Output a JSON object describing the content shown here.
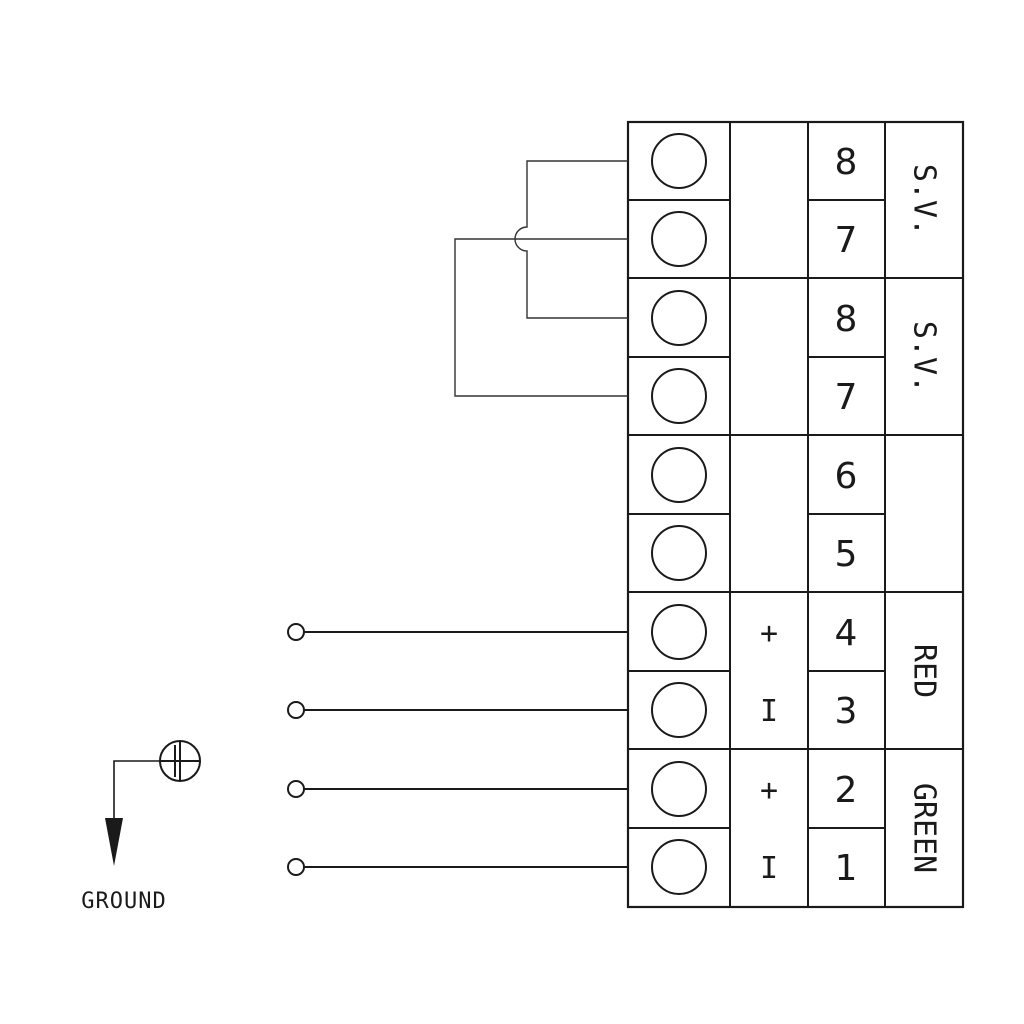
{
  "terminal_block": {
    "rows": [
      {
        "number": "8",
        "polarity": ""
      },
      {
        "number": "7",
        "polarity": ""
      },
      {
        "number": "8",
        "polarity": ""
      },
      {
        "number": "7",
        "polarity": ""
      },
      {
        "number": "6",
        "polarity": ""
      },
      {
        "number": "5",
        "polarity": ""
      },
      {
        "number": "4",
        "polarity": "+"
      },
      {
        "number": "3",
        "polarity": "I"
      },
      {
        "number": "2",
        "polarity": "+"
      },
      {
        "number": "1",
        "polarity": "I"
      }
    ],
    "groups": [
      {
        "label": "S.V."
      },
      {
        "label": "S.V."
      },
      {
        "label": ""
      },
      {
        "label": "RED"
      },
      {
        "label": "GREEN"
      }
    ]
  },
  "ground": {
    "label": "GROUND",
    "icon": "ground-symbol-icon"
  },
  "colors": {
    "line": "#1a1a1a",
    "background": "#ffffff"
  }
}
